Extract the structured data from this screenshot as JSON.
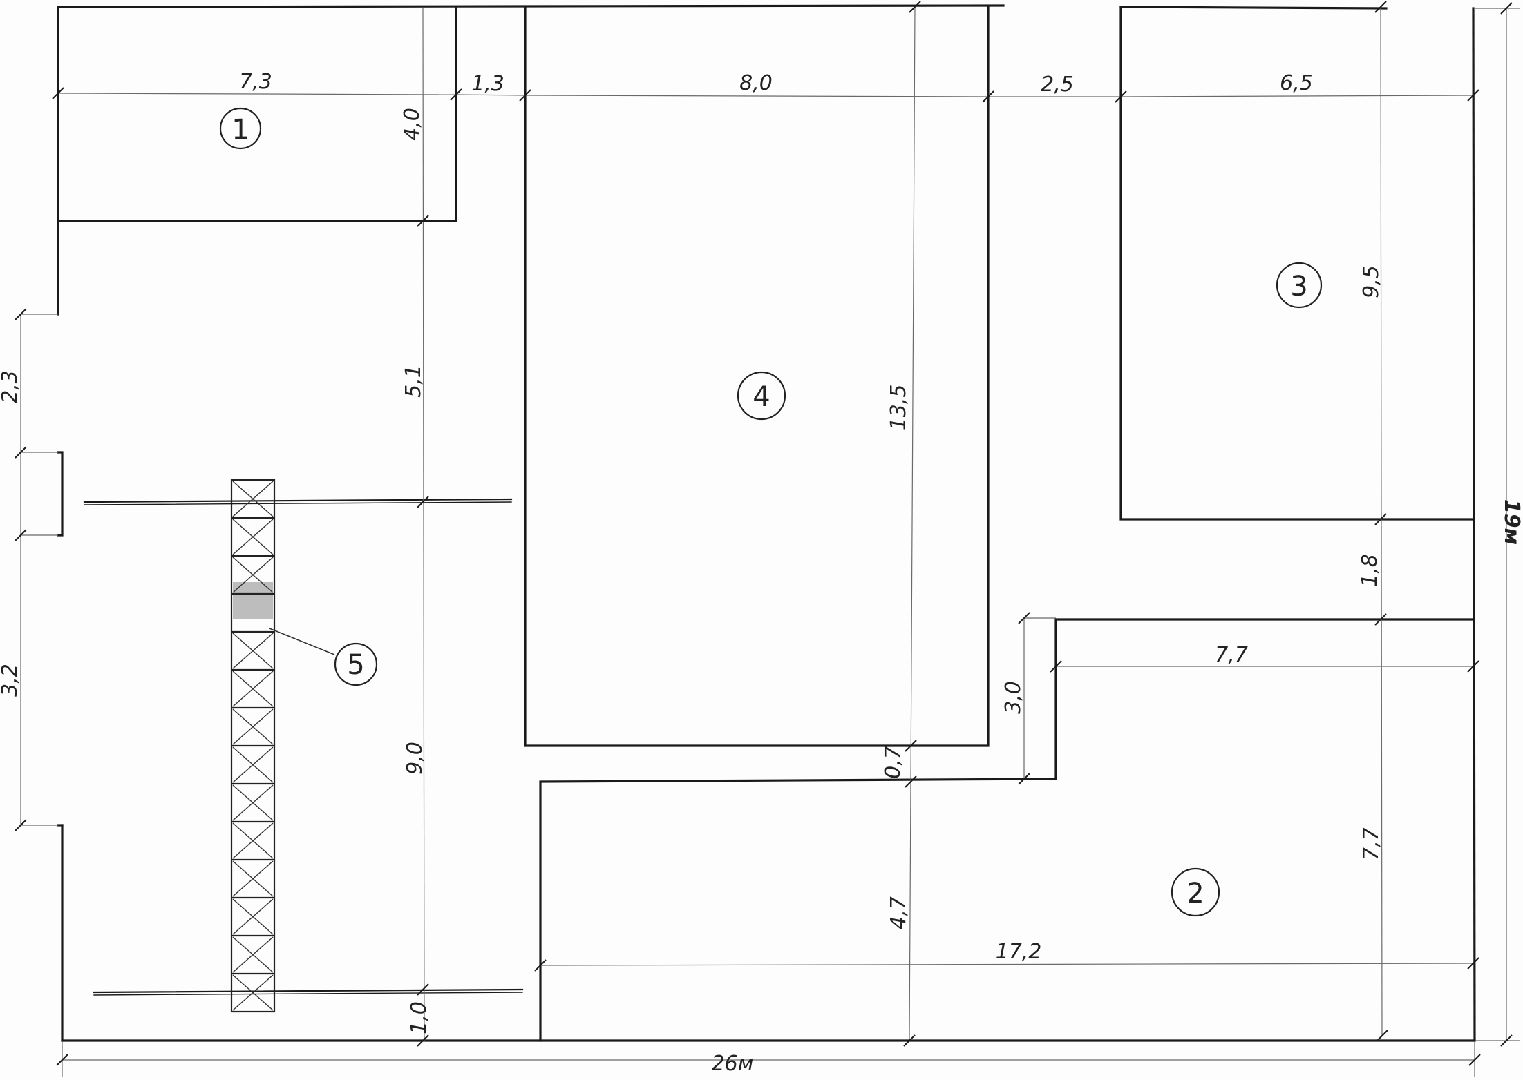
{
  "plan": {
    "dimensions": {
      "room1_width": "7,3",
      "room1_depth": "4,0",
      "gap_a": "1,3",
      "room4_width": "8,0",
      "gap_b": "2,5",
      "room3_width": "6,5",
      "room3_depth": "9,5",
      "room4_depth": "13,5",
      "corridor_gap": "1,8",
      "room2_upper_width": "7,7",
      "step_height": "3,0",
      "passage": "0,7",
      "room2_depth": "7,7",
      "room2_width": "17,2",
      "room2_left_depth": "4,7",
      "left_upper": "5,1",
      "left_lower": "9,0",
      "bottom_gap": "1,0",
      "door_1": "2,3",
      "door_2": "3,2",
      "total_width": "26м",
      "total_height": "19м"
    },
    "labels": {
      "room1": "1",
      "room2": "2",
      "room3": "3",
      "room4": "4",
      "item5": "5"
    }
  }
}
